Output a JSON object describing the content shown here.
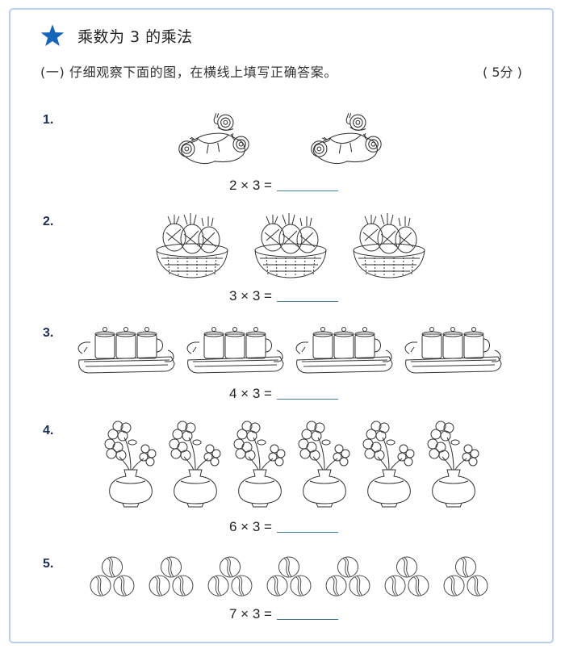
{
  "header": {
    "icon": "star-icon",
    "star_color": "#1565b8",
    "title": "乘数为 3 的乘法"
  },
  "instruction": {
    "text": "(一) 仔细观察下面的图，在横线上填写正确答案。",
    "score": "( 5分 )"
  },
  "accent": {
    "frame_border": "#b9cff0",
    "number_color": "#1b2f57",
    "blank_line": "#4a7d9a"
  },
  "questions": [
    {
      "number": "1.",
      "picture": "snails-on-rock",
      "groups": 2,
      "equation": "2 × 3 =",
      "answer": ""
    },
    {
      "number": "2.",
      "picture": "pineapple-basket",
      "groups": 3,
      "equation": "3 × 3 =",
      "answer": ""
    },
    {
      "number": "3.",
      "picture": "cups-on-tray",
      "groups": 4,
      "equation": "4 × 3 =",
      "answer": ""
    },
    {
      "number": "4.",
      "picture": "flower-vase",
      "groups": 6,
      "equation": "6 × 3 =",
      "answer": ""
    },
    {
      "number": "5.",
      "picture": "ball-stack",
      "groups": 7,
      "equation": "7 × 3 =",
      "answer": ""
    }
  ]
}
